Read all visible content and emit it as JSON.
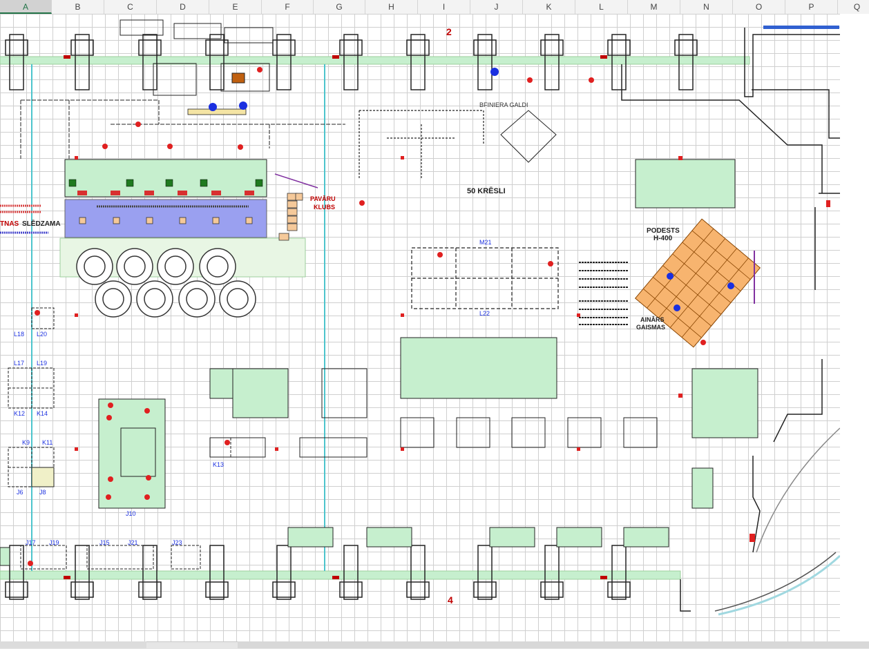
{
  "columns": [
    "A",
    "B",
    "C",
    "D",
    "E",
    "F",
    "G",
    "H",
    "I",
    "J",
    "K",
    "L",
    "M",
    "N",
    "O",
    "P",
    "Q"
  ],
  "selected_column": "A",
  "plan": {
    "top_axis": "2",
    "bottom_axis": "4",
    "labels": {
      "bfiniera": "BFINIERA GALDI",
      "kresli": "50 KRĒSLI",
      "pavaru": "PAVĀRU",
      "klubs": "KLUBS",
      "sledzama": "SLĒDZAMA",
      "sledz_prefix": "TNAS",
      "podests": "PODESTS",
      "h400": "H-400",
      "ainars": "AINĀRS",
      "gaismas": "GAISMAS",
      "m21": "M21",
      "l22": "L22",
      "l18": "L18",
      "l20": "L20",
      "l17": "L17",
      "l19": "L19",
      "k12": "K12",
      "k14": "K14",
      "k9": "K9",
      "k11": "K11",
      "j6": "J6",
      "j8": "J8",
      "k13": "K13",
      "j10": "J10",
      "j17": "J17",
      "j19": "J19",
      "j15": "J15",
      "j21": "J21",
      "j23": "J23"
    }
  }
}
